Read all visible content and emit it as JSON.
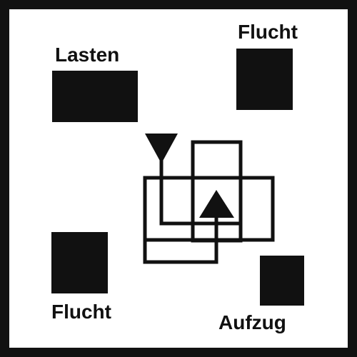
{
  "colors": {
    "ink": "#111111",
    "background": "#ffffff"
  },
  "zones": {
    "top_left": {
      "label": "Lasten"
    },
    "top_right": {
      "label": "Flucht"
    },
    "bottom_left": {
      "label": "Flucht"
    },
    "bottom_right": {
      "label": "Aufzug"
    }
  },
  "center_symbol": {
    "icon": "interlocking-rectangles-with-up-and-down-arrows",
    "arrows": [
      "down",
      "up"
    ]
  }
}
